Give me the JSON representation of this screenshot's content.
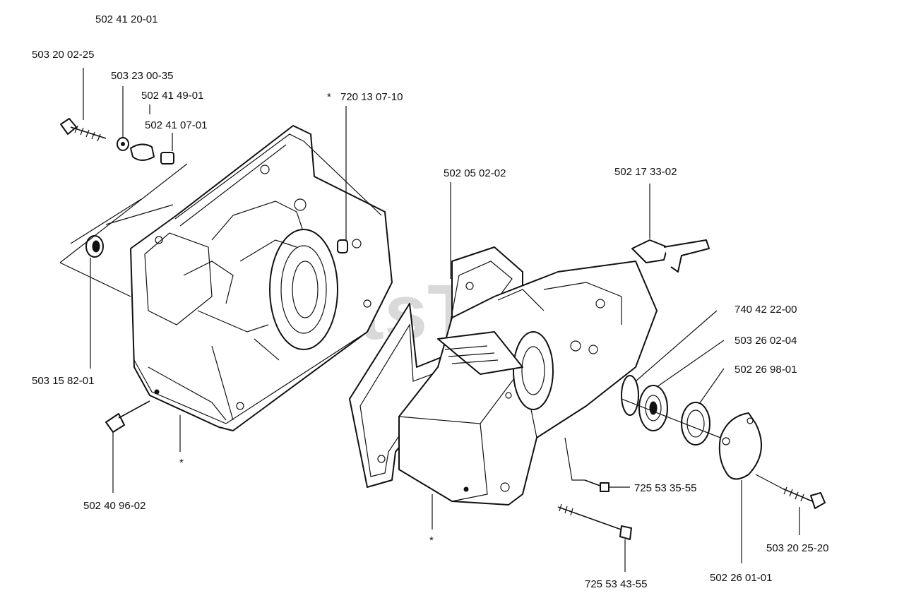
{
  "watermark": "PartsTree",
  "labels": {
    "assembly": "502 41 20-01",
    "screw_left_top": "503 20 02-25",
    "washer_left": "503 23 00-35",
    "clip": "502 41 49-01",
    "plug": "502 41 07-01",
    "star_part": "720 13 07-10",
    "star_mark": "*",
    "seal_left": "503 15 82-01",
    "drain_screw": "502 40 96-02",
    "gasket": "502 05 02-02",
    "bracket": "502 17 33-02",
    "ring": "740 42 22-00",
    "bearing": "503 26 02-04",
    "seal_right": "502 26 98-01",
    "cover": "502 26 01-01",
    "screw_right": "503 20 25-20",
    "screw_mid_short": "725 53 35-55",
    "screw_mid_long": "725 53 43-55"
  }
}
